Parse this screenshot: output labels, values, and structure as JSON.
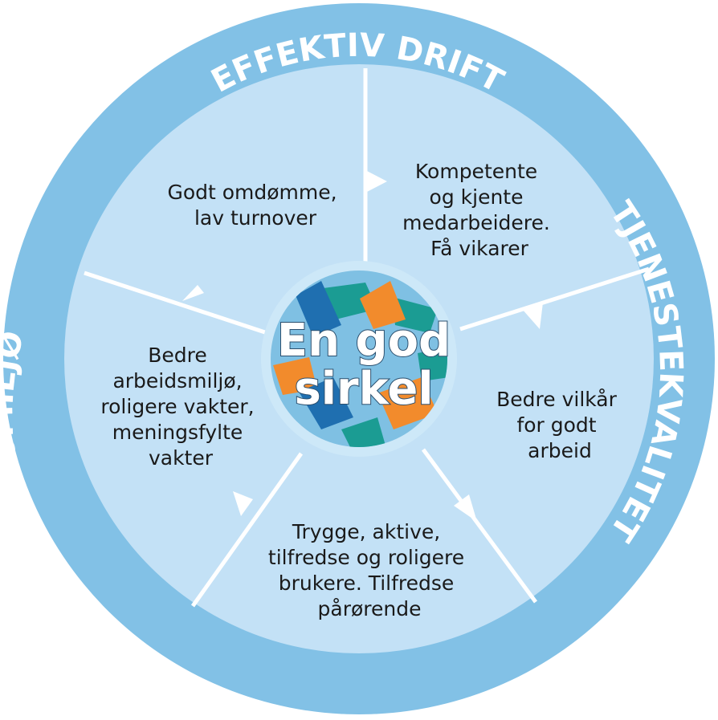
{
  "ring_labels": {
    "top": "EFFEKTIV DRIFT",
    "right": "TJENESTEKVALITET",
    "left": "ARBEIDSMILJØ"
  },
  "segments": [
    {
      "lines": [
        "Godt omdømme,",
        "lav turnover"
      ]
    },
    {
      "lines": [
        "Kompetente",
        "og kjente",
        "medarbeidere.",
        "Få vikarer"
      ]
    },
    {
      "lines": [
        "Bedre vilkår",
        "for godt",
        "arbeid"
      ]
    },
    {
      "lines": [
        "Trygge, aktive,",
        "tilfredse og roligere",
        "brukere. Tilfredse",
        "pårørende"
      ]
    },
    {
      "lines": [
        "Bedre",
        "arbeidsmiljø,",
        "roligere vakter,",
        "meningsfylte",
        "vakter"
      ]
    }
  ],
  "hub": {
    "line1": "En god",
    "line2": "sirkel",
    "image_icon": "joined-hands-icon"
  },
  "colors": {
    "outer_ring": "#82c1e6",
    "segments": "#c3e1f6",
    "divider": "#ffffff",
    "hub_fill": "#7fc0e3",
    "hub_border": "#cde8f8",
    "hand_teal": "#1b9c93",
    "hand_orange": "#f28b2c",
    "hand_blue": "#1f6fb0"
  }
}
